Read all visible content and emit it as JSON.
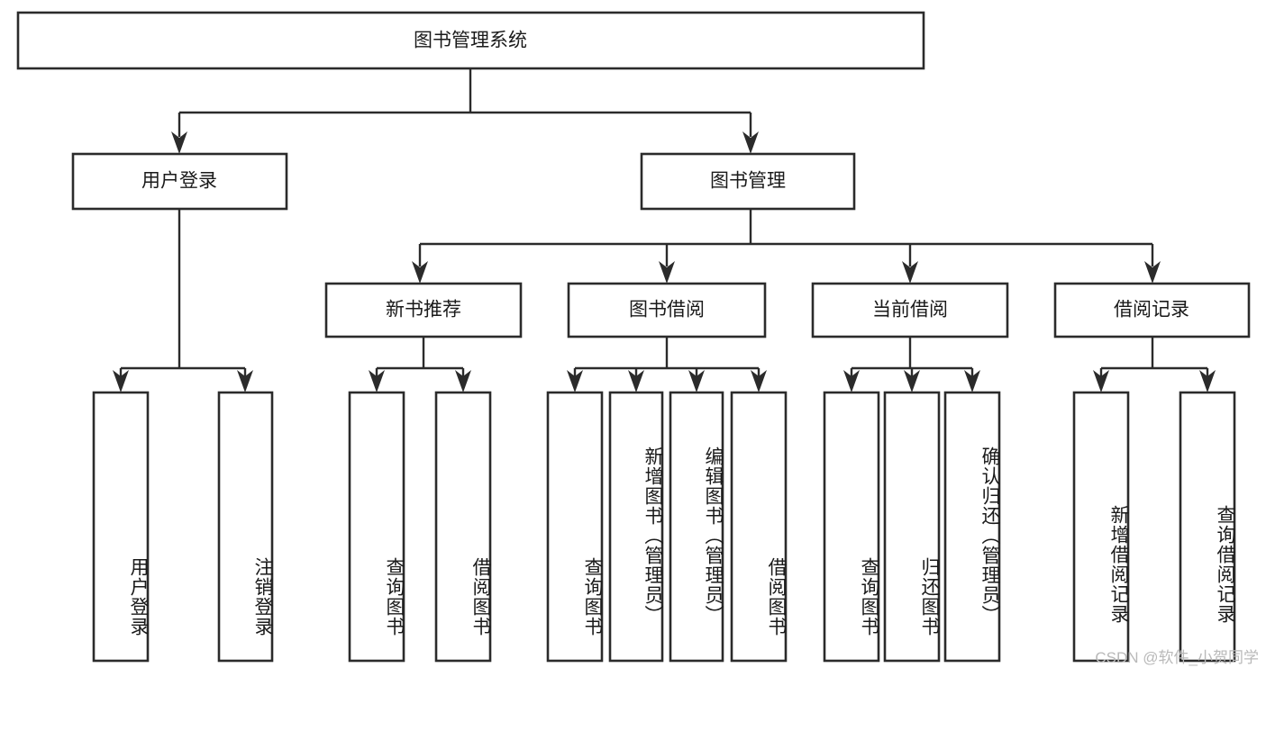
{
  "diagram": {
    "type": "tree",
    "title": "图书管理系统",
    "watermark": "CSDN @软件_小贺同学",
    "colors": {
      "stroke": "#2b2b2b",
      "fill": "#ffffff",
      "text": "#1a1a1a",
      "background": "#ffffff",
      "watermark": "#b9b9b9"
    },
    "levels": {
      "root": {
        "label": "图书管理系统"
      },
      "level2": [
        {
          "label": "用户登录"
        },
        {
          "label": "图书管理"
        }
      ],
      "level3": [
        {
          "label": "新书推荐"
        },
        {
          "label": "图书借阅"
        },
        {
          "label": "当前借阅"
        },
        {
          "label": "借阅记录"
        }
      ]
    },
    "nodes": {
      "root": "图书管理系统",
      "user_login": "用户登录",
      "book_manage": "图书管理",
      "new_book_rec": "新书推荐",
      "book_borrow": "图书借阅",
      "current_borrow": "当前借阅",
      "borrow_record": "借阅记录"
    },
    "leaves": {
      "user_login_children": [
        "用户登录",
        "注销登录"
      ],
      "new_book_rec_children": [
        "查询图书",
        "借阅图书"
      ],
      "book_borrow_children": [
        "查询图书",
        "新增图书（管理员）",
        "编辑图书（管理员）",
        "借阅图书"
      ],
      "current_borrow_children": [
        "查询图书",
        "归还图书",
        "确认归还（管理员）"
      ],
      "borrow_record_children": [
        "新增借阅记录",
        "查询借阅记录"
      ]
    }
  },
  "chart_data": {
    "type": "table",
    "title": "图书管理系统",
    "hierarchy": [
      {
        "level": 1,
        "label": "图书管理系统",
        "children": [
          {
            "level": 2,
            "label": "用户登录",
            "children": [
              {
                "level": 3,
                "label": "用户登录"
              },
              {
                "level": 3,
                "label": "注销登录"
              }
            ]
          },
          {
            "level": 2,
            "label": "图书管理",
            "children": [
              {
                "level": 3,
                "label": "新书推荐",
                "children": [
                  {
                    "level": 4,
                    "label": "查询图书"
                  },
                  {
                    "level": 4,
                    "label": "借阅图书"
                  }
                ]
              },
              {
                "level": 3,
                "label": "图书借阅",
                "children": [
                  {
                    "level": 4,
                    "label": "查询图书"
                  },
                  {
                    "level": 4,
                    "label": "新增图书（管理员）"
                  },
                  {
                    "level": 4,
                    "label": "编辑图书（管理员）"
                  },
                  {
                    "level": 4,
                    "label": "借阅图书"
                  }
                ]
              },
              {
                "level": 3,
                "label": "当前借阅",
                "children": [
                  {
                    "level": 4,
                    "label": "查询图书"
                  },
                  {
                    "level": 4,
                    "label": "归还图书"
                  },
                  {
                    "level": 4,
                    "label": "确认归还（管理员）"
                  }
                ]
              },
              {
                "level": 3,
                "label": "借阅记录",
                "children": [
                  {
                    "level": 4,
                    "label": "新增借阅记录"
                  },
                  {
                    "level": 4,
                    "label": "查询借阅记录"
                  }
                ]
              }
            ]
          }
        ]
      }
    ]
  }
}
